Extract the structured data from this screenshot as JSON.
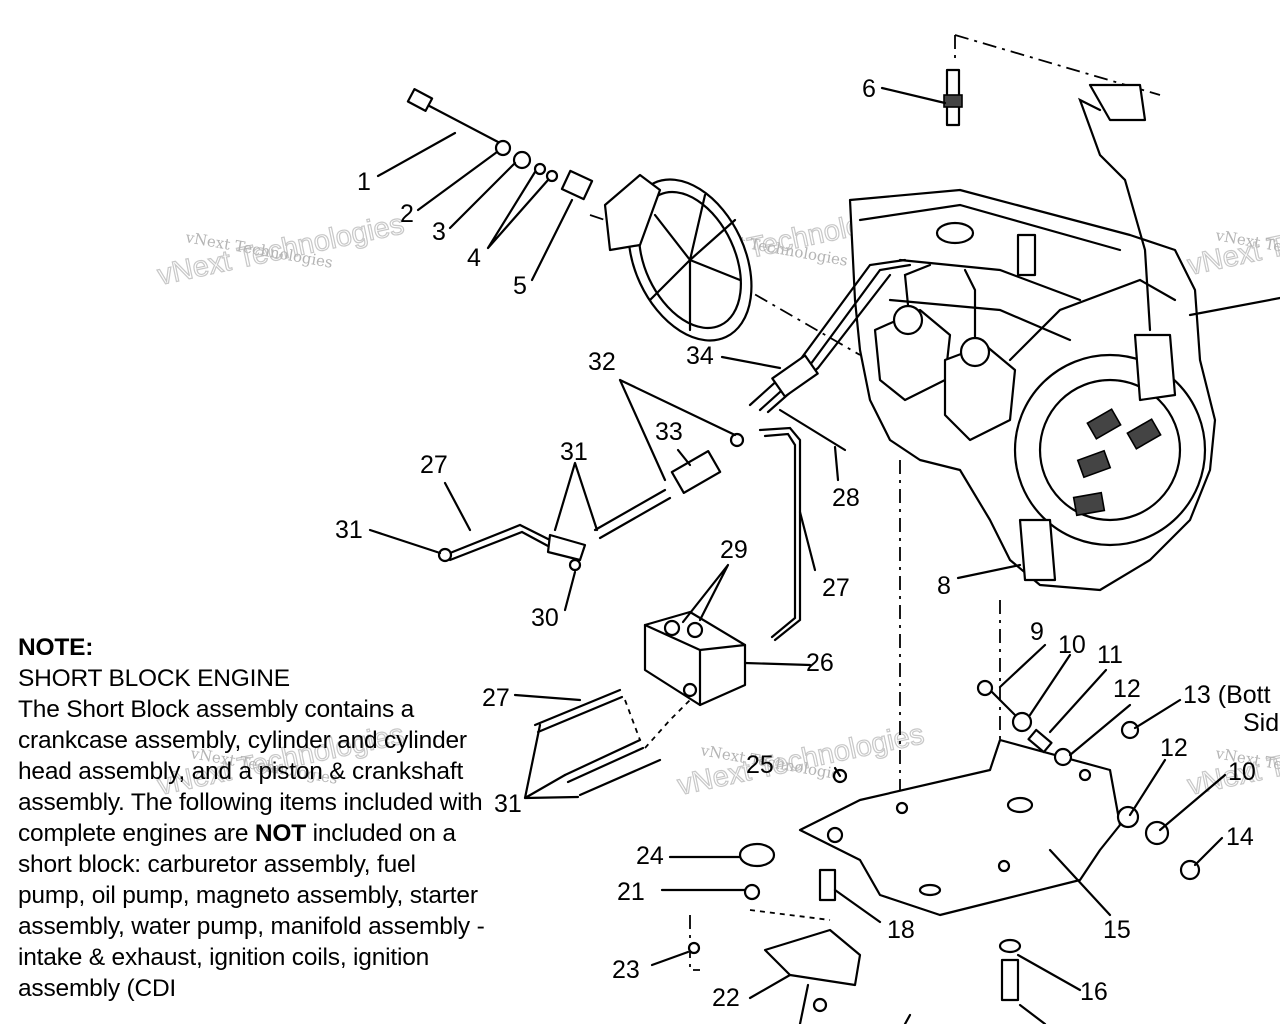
{
  "callouts": [
    {
      "id": "c1",
      "text": "1"
    },
    {
      "id": "c2",
      "text": "2"
    },
    {
      "id": "c3",
      "text": "3"
    },
    {
      "id": "c4",
      "text": "4"
    },
    {
      "id": "c5",
      "text": "5"
    },
    {
      "id": "c6",
      "text": "6"
    },
    {
      "id": "c8",
      "text": "8"
    },
    {
      "id": "c9",
      "text": "9"
    },
    {
      "id": "c10a",
      "text": "10"
    },
    {
      "id": "c10b",
      "text": "10"
    },
    {
      "id": "c11",
      "text": "11"
    },
    {
      "id": "c12a",
      "text": "12"
    },
    {
      "id": "c12b",
      "text": "12"
    },
    {
      "id": "c13",
      "text": "13 (Bott"
    },
    {
      "id": "c13b",
      "text": "Sid"
    },
    {
      "id": "c14",
      "text": "14"
    },
    {
      "id": "c15",
      "text": "15"
    },
    {
      "id": "c16",
      "text": "16"
    },
    {
      "id": "c18",
      "text": "18"
    },
    {
      "id": "c21",
      "text": "21"
    },
    {
      "id": "c22",
      "text": "22"
    },
    {
      "id": "c23",
      "text": "23"
    },
    {
      "id": "c24",
      "text": "24"
    },
    {
      "id": "c25",
      "text": "25"
    },
    {
      "id": "c26",
      "text": "26"
    },
    {
      "id": "c27a",
      "text": "27"
    },
    {
      "id": "c27b",
      "text": "27"
    },
    {
      "id": "c27c",
      "text": "27"
    },
    {
      "id": "c28",
      "text": "28"
    },
    {
      "id": "c29",
      "text": "29"
    },
    {
      "id": "c30",
      "text": "30"
    },
    {
      "id": "c31a",
      "text": "31"
    },
    {
      "id": "c31b",
      "text": "31"
    },
    {
      "id": "c31c",
      "text": "31"
    },
    {
      "id": "c32",
      "text": "32"
    },
    {
      "id": "c33",
      "text": "33"
    },
    {
      "id": "c34",
      "text": "34"
    }
  ],
  "note": {
    "title": "NOTE:",
    "subtitle": "SHORT BLOCK ENGINE",
    "body_1": "The Short Block assembly contains a crankcase assembly, cylinder and cylinder head assembly, and a piston & crankshaft assembly.  The following items included with complete engines are ",
    "emphasis": "NOT",
    "body_2": " included on a short block:  carburetor assembly, fuel pump, oil pump, magneto assembly, starter assembly, water pump, manifold assembly - intake & exhaust, ignition coils, ignition assembly (CDI"
  },
  "watermark": {
    "small_text": "vNext Technologies",
    "big_text": "vNext Technologies",
    "color": "#b4b4b4"
  }
}
